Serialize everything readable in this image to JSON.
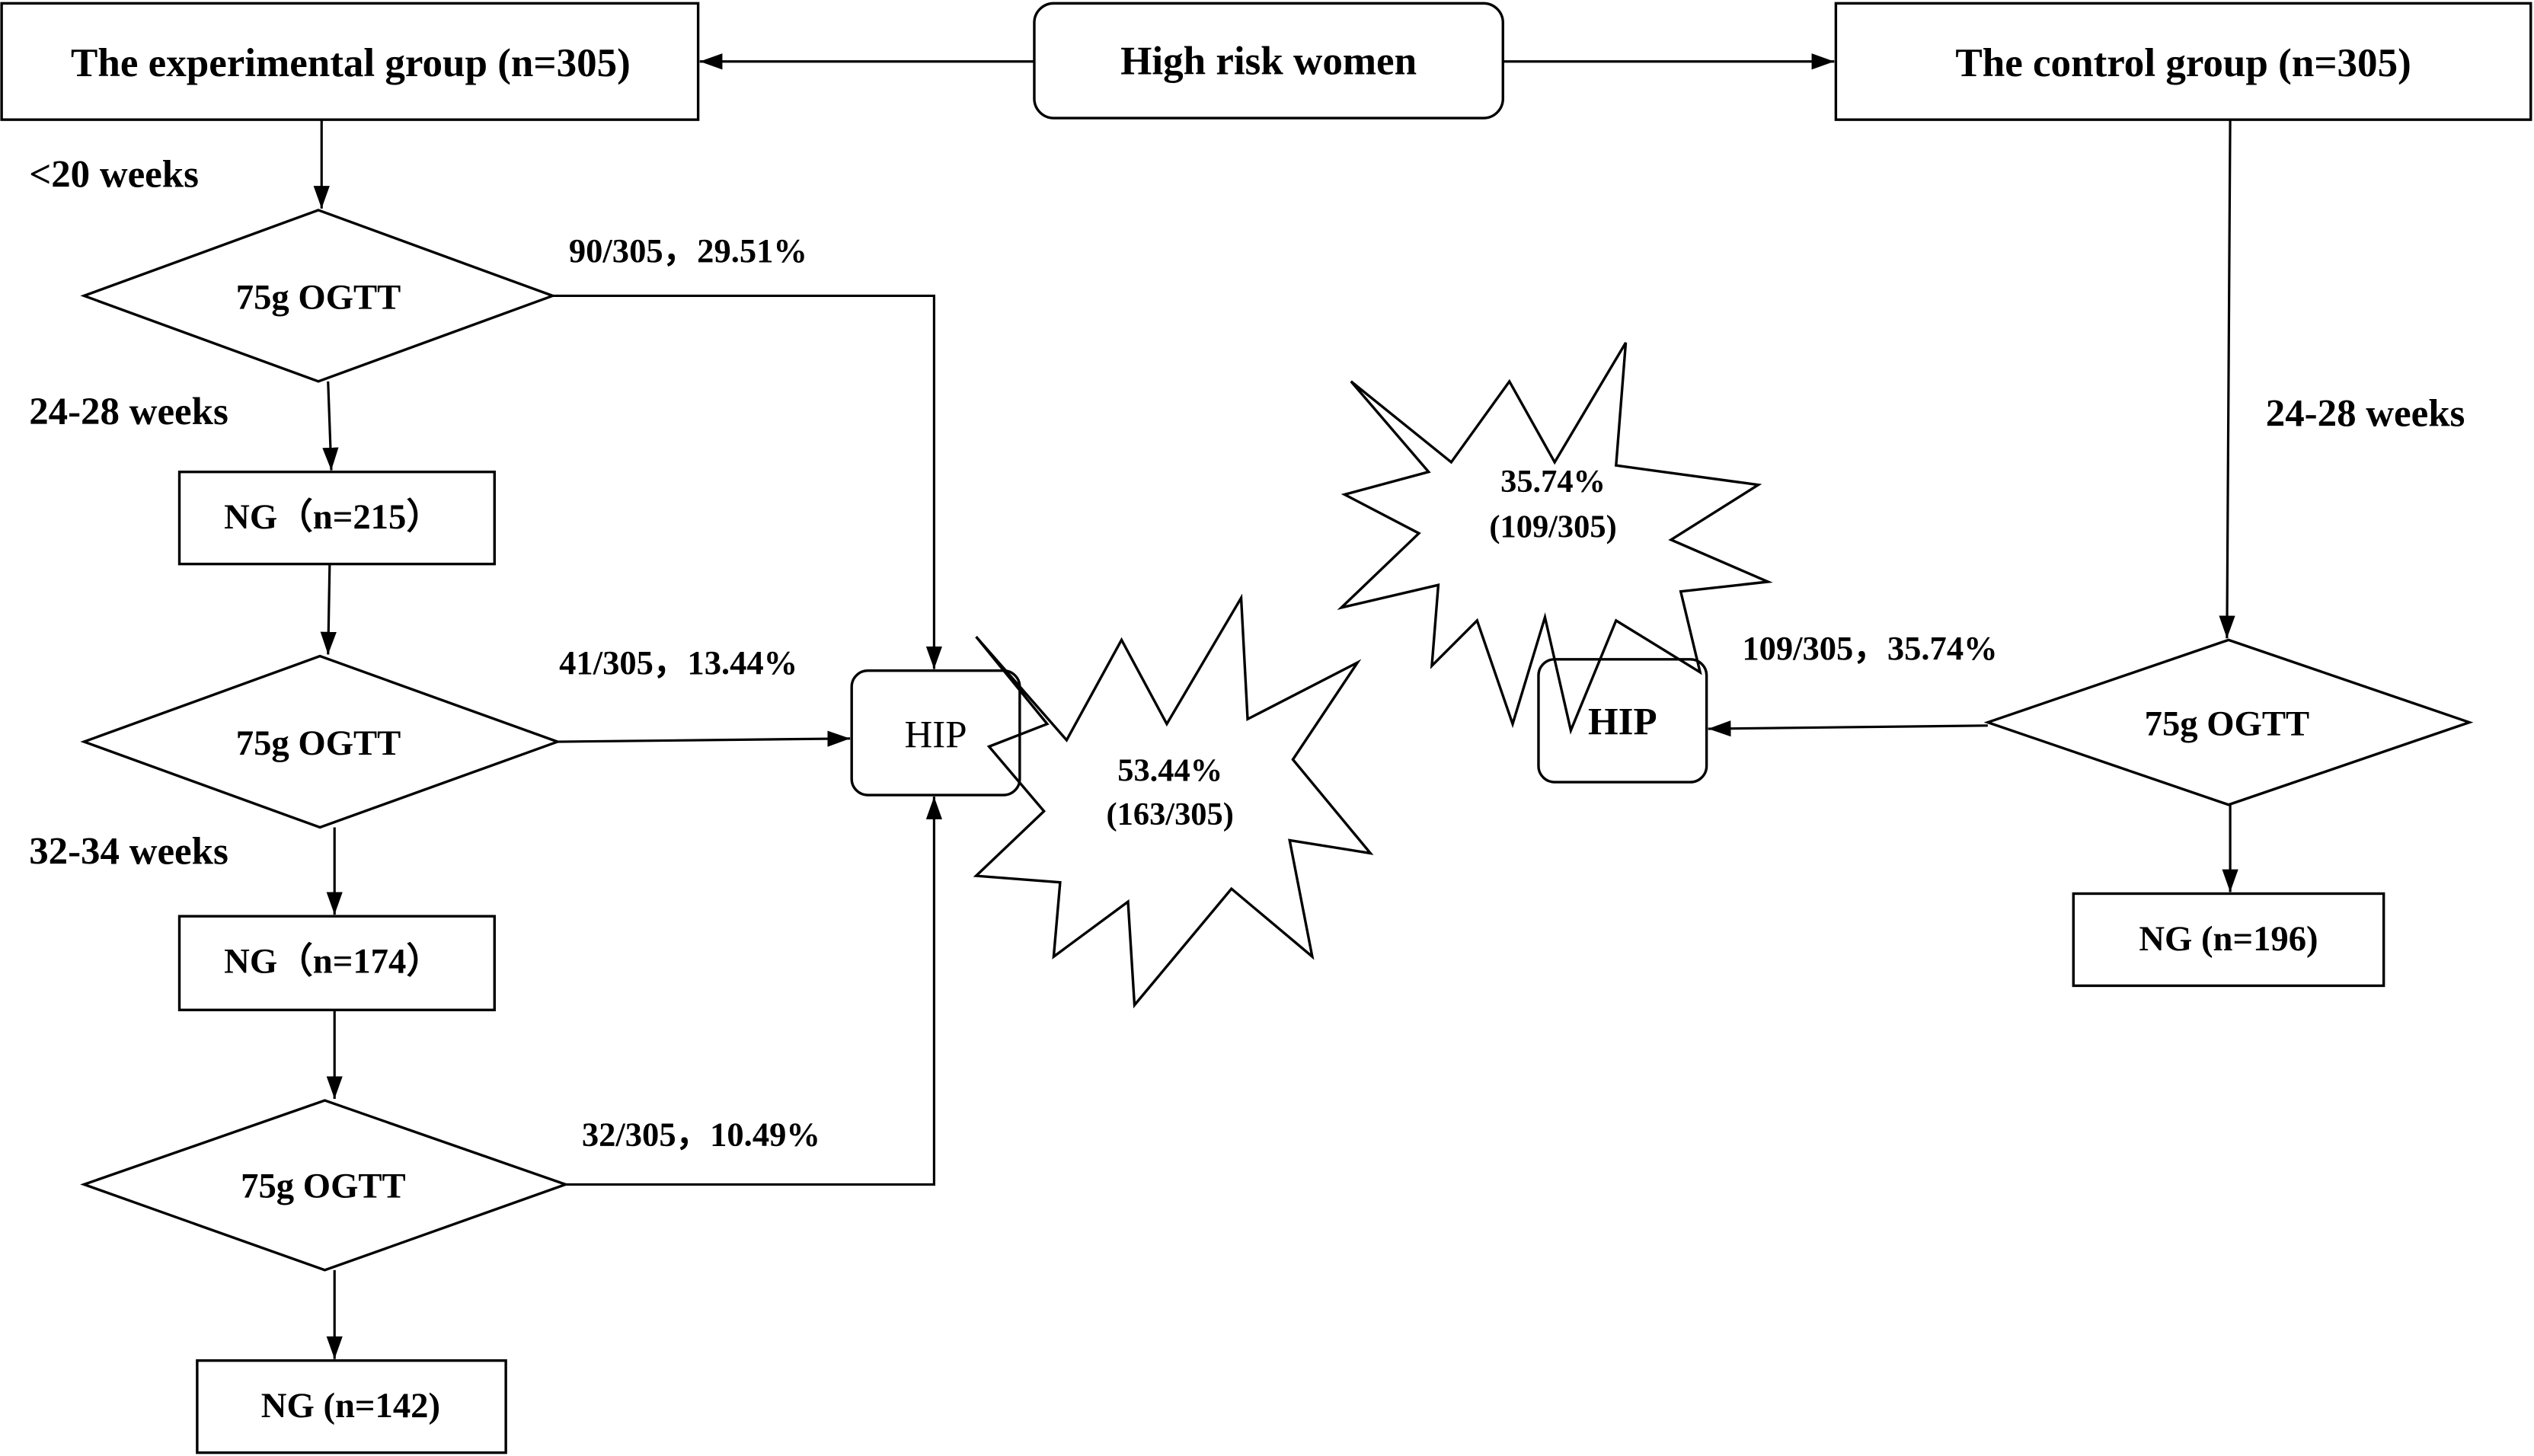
{
  "colors": {
    "stroke": "#000000",
    "background": "#ffffff"
  },
  "header": {
    "experimental": "The experimental group (n=305)",
    "root": "High risk women",
    "control": "The control group (n=305)"
  },
  "experimental": {
    "stage1_label": "<20 weeks",
    "test1": "75g OGTT",
    "test1_result": "90/305，29.51%",
    "stage2_label": "24-28 weeks",
    "ng1": "NG（n=215）",
    "test2": "75g OGTT",
    "test2_result": "41/305，13.44%",
    "stage3_label": "32-34 weeks",
    "ng2": "NG（n=174）",
    "test3": "75g OGTT",
    "test3_result": "32/305，10.49%",
    "ng3": "NG (n=142)",
    "hip": "HIP",
    "total_pct": "53.44%",
    "total_frac": "(163/305)"
  },
  "control": {
    "stage_label": "24-28 weeks",
    "test": "75g OGTT",
    "test_result": "109/305，35.74%",
    "ng": "NG (n=196)",
    "hip": "HIP",
    "total_pct": "35.74%",
    "total_frac": "(109/305)"
  }
}
